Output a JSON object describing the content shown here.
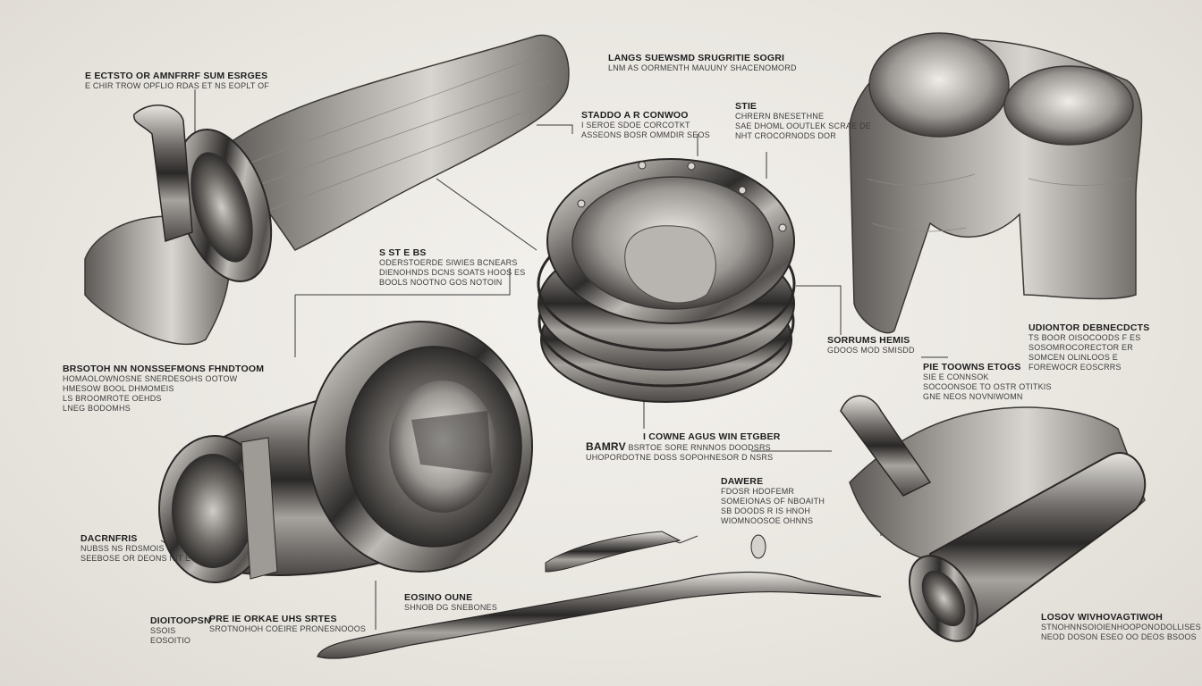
{
  "image": {
    "description_note": "",
    "palette": {
      "background": "#ece9e3",
      "metal_dark": "#2a2a2a",
      "metal_mid": "#7a7775",
      "metal_light": "#e6e3df",
      "line": "#3a3a3a"
    }
  },
  "labels": [
    {
      "id": "top-left",
      "heading": "E ECTSTO OR AMNFRRF SUM ESRGES",
      "lines": [
        "E CHIR TROW OPFLIO RDAS ET NS EOPLT OF"
      ]
    },
    {
      "id": "top-center",
      "heading": "LANGS SUEWSMD SRUGRITIE SOGRI",
      "lines": [
        "LNM AS OORMENTH MAUUNY SHACENOMORD"
      ]
    },
    {
      "id": "center-small",
      "heading": "STADDO A R CONWOO",
      "lines": [
        "I SEROE SDOE CORCOTKT",
        "ASSEONS BOSR OMMDIR SEOS"
      ]
    },
    {
      "id": "top-right-mid",
      "heading": "STIE",
      "lines": [
        "CHRERN BNESETHNE",
        "SAE DHOML OOUTLEK SCRAE DE",
        "NHT CROCORNODS DOR"
      ]
    },
    {
      "id": "left-mid",
      "heading": "S ST E BS",
      "lines": [
        "ODERSTOERDE SIWIES BCNEARS",
        "DIENOHNDS DCNS SOATS HOOS ES",
        "BOOLS NOOTNO GOS NOTOIN"
      ]
    },
    {
      "id": "left-lower",
      "heading": "BRSOTOH NN NONSSEFMONS FHNDTOOM",
      "lines": [
        "HOMAOLOWNOSNE SNERDESOHS OOTOW",
        "HMESOW BOOL DHMOMEIS",
        "LS BROOMROTE OEHDS",
        "LNEG BODOMHS"
      ]
    },
    {
      "id": "right-upper",
      "heading": "UDIONTOR DEBNECDCTS",
      "lines": [
        "TS BOOR OISOCOODS F ES",
        "SOSOMROCORECTOR ER",
        "SOMCEN OLINLOOS E",
        "FOREWOCR EOSCRRS"
      ]
    },
    {
      "id": "mid-right",
      "heading": "SORRUMS HEMIS",
      "lines": [
        "GDOOS MOD SMISDD"
      ]
    },
    {
      "id": "right-mid",
      "heading": "PIE TOOWNS ETOGS",
      "lines": [
        "SIE E CONNSOK",
        "SOCOONSOE TO OSTR OTITKIS",
        "GNE NEOS NOVNIWOMN"
      ]
    },
    {
      "id": "center-lower",
      "heading": "I COWNE AGUS WIN ETGBER",
      "lines": [
        "BSRTOE SORE RNNNOS DOODSRS",
        "UHOPORDOTNE DOSS SOPOHNESOR D NSRS"
      ],
      "prefix": "BAMRV"
    },
    {
      "id": "center-right-lower",
      "heading": "DAWERE",
      "lines": [
        "FDOSR HDOFEMR",
        "SOMEIONAS OF NBOAITH",
        "SB DOODS R IS HNOH",
        "WIOMNOOSOE OHNNS"
      ]
    },
    {
      "id": "bottom-left",
      "heading": "DACRNFRIS",
      "lines": [
        "NUBSS NS RDSMOIS",
        "SEEBOSE OR DEONS NIT E"
      ]
    },
    {
      "id": "bottom-left-2",
      "heading": "DIOITOOPSN",
      "lines": [
        "SSOIS",
        "EOSOITIO"
      ]
    },
    {
      "id": "bottom-mid-left",
      "heading": "PRE IE ORKAE UHS SRTES",
      "lines": [
        "SROTNOHOH COEIRE PRONESNOOOS"
      ]
    },
    {
      "id": "bottom-center",
      "heading": "EOSINO OUNE",
      "lines": [
        "SHNOB DG SNEBONES"
      ]
    },
    {
      "id": "bottom-right",
      "heading": "LOSOV WIVHOVAGTIWOH",
      "lines": [
        "STNOHNNSOIOIENHOOPONODOLLISES",
        "NEOD DOSON ESEO OO DEOS BSOOS"
      ]
    }
  ],
  "objects": [
    {
      "id": "bent-pipe-top-left",
      "icon": "bent-tube-icon"
    },
    {
      "id": "ribbed-ring-center",
      "icon": "ribbed-ring-icon"
    },
    {
      "id": "twin-sleeve-top-right",
      "icon": "twin-sleeve-icon"
    },
    {
      "id": "nozzle-center-left",
      "icon": "nozzle-icon"
    },
    {
      "id": "scalpel-rod-bottom",
      "icon": "scalpel-icon"
    },
    {
      "id": "angled-cylinder-right",
      "icon": "angled-cylinder-icon"
    }
  ]
}
